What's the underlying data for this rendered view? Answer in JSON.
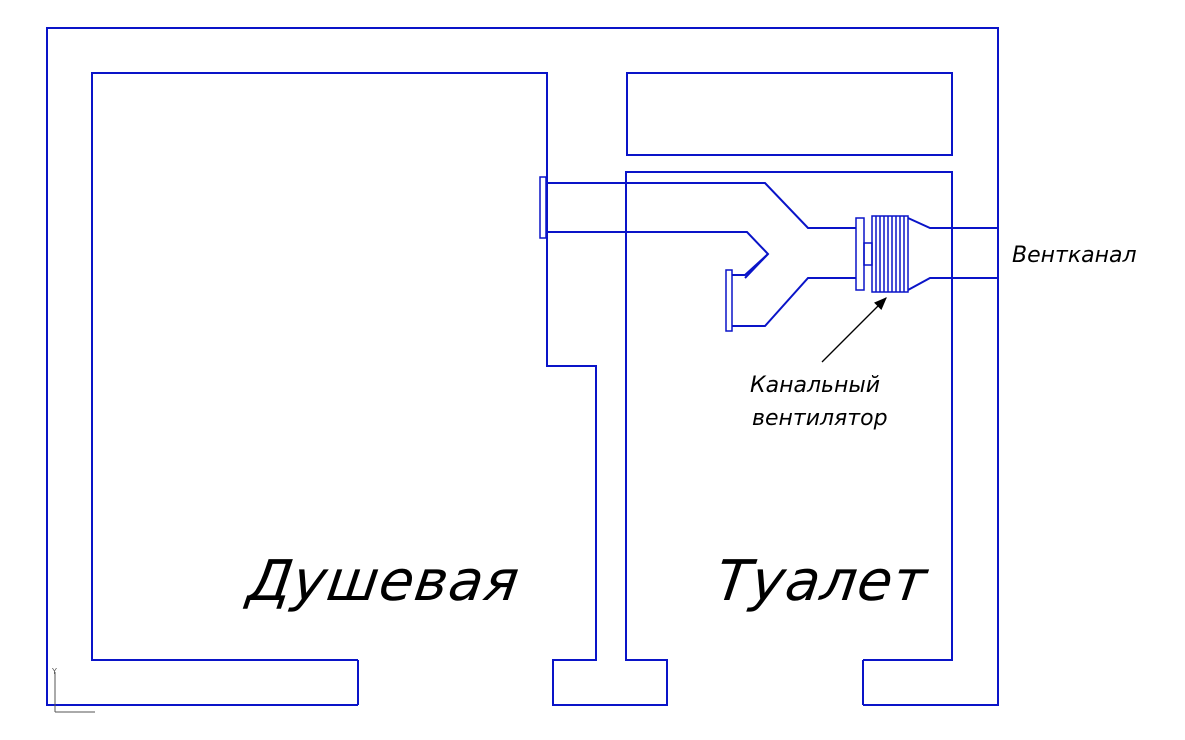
{
  "labels": {
    "room_shower": "Душевая",
    "room_toilet": "Туалет",
    "duct": "Вентканал",
    "fan_line1": "Канальный",
    "fan_line2": "вентилятор"
  },
  "axis": {
    "y": "Y"
  },
  "colors": {
    "lines": "#0a14c8",
    "text": "#000000"
  }
}
